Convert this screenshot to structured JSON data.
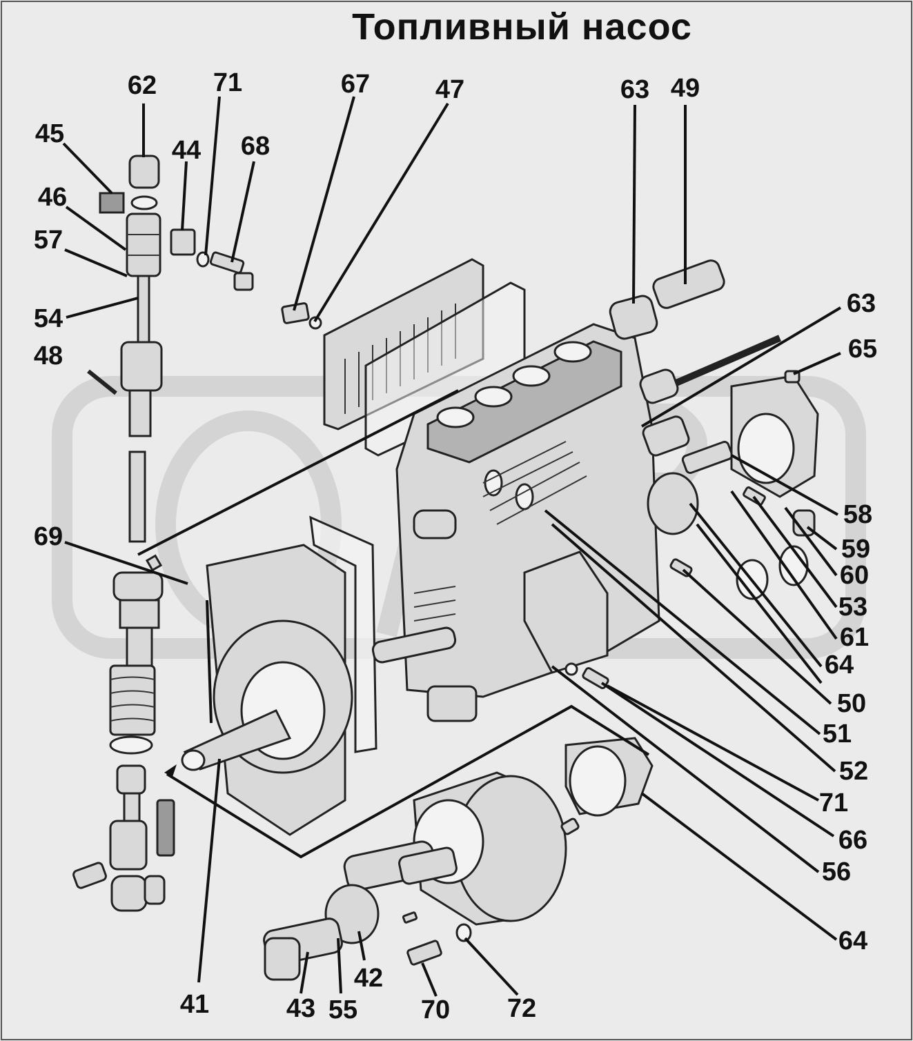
{
  "title": "Топливный насос",
  "callouts": [
    {
      "label": "62"
    },
    {
      "label": "71"
    },
    {
      "label": "67"
    },
    {
      "label": "47"
    },
    {
      "label": "63"
    },
    {
      "label": "49"
    },
    {
      "label": "45"
    },
    {
      "label": "44"
    },
    {
      "label": "68"
    },
    {
      "label": "46"
    },
    {
      "label": "57"
    },
    {
      "label": "54"
    },
    {
      "label": "48"
    },
    {
      "label": "63"
    },
    {
      "label": "65"
    },
    {
      "label": "58"
    },
    {
      "label": "59"
    },
    {
      "label": "60"
    },
    {
      "label": "53"
    },
    {
      "label": "61"
    },
    {
      "label": "64"
    },
    {
      "label": "69"
    },
    {
      "label": "50"
    },
    {
      "label": "51"
    },
    {
      "label": "52"
    },
    {
      "label": "71"
    },
    {
      "label": "66"
    },
    {
      "label": "56"
    },
    {
      "label": "64"
    },
    {
      "label": "41"
    },
    {
      "label": "43"
    },
    {
      "label": "55"
    },
    {
      "label": "42"
    },
    {
      "label": "70"
    },
    {
      "label": "72"
    }
  ]
}
